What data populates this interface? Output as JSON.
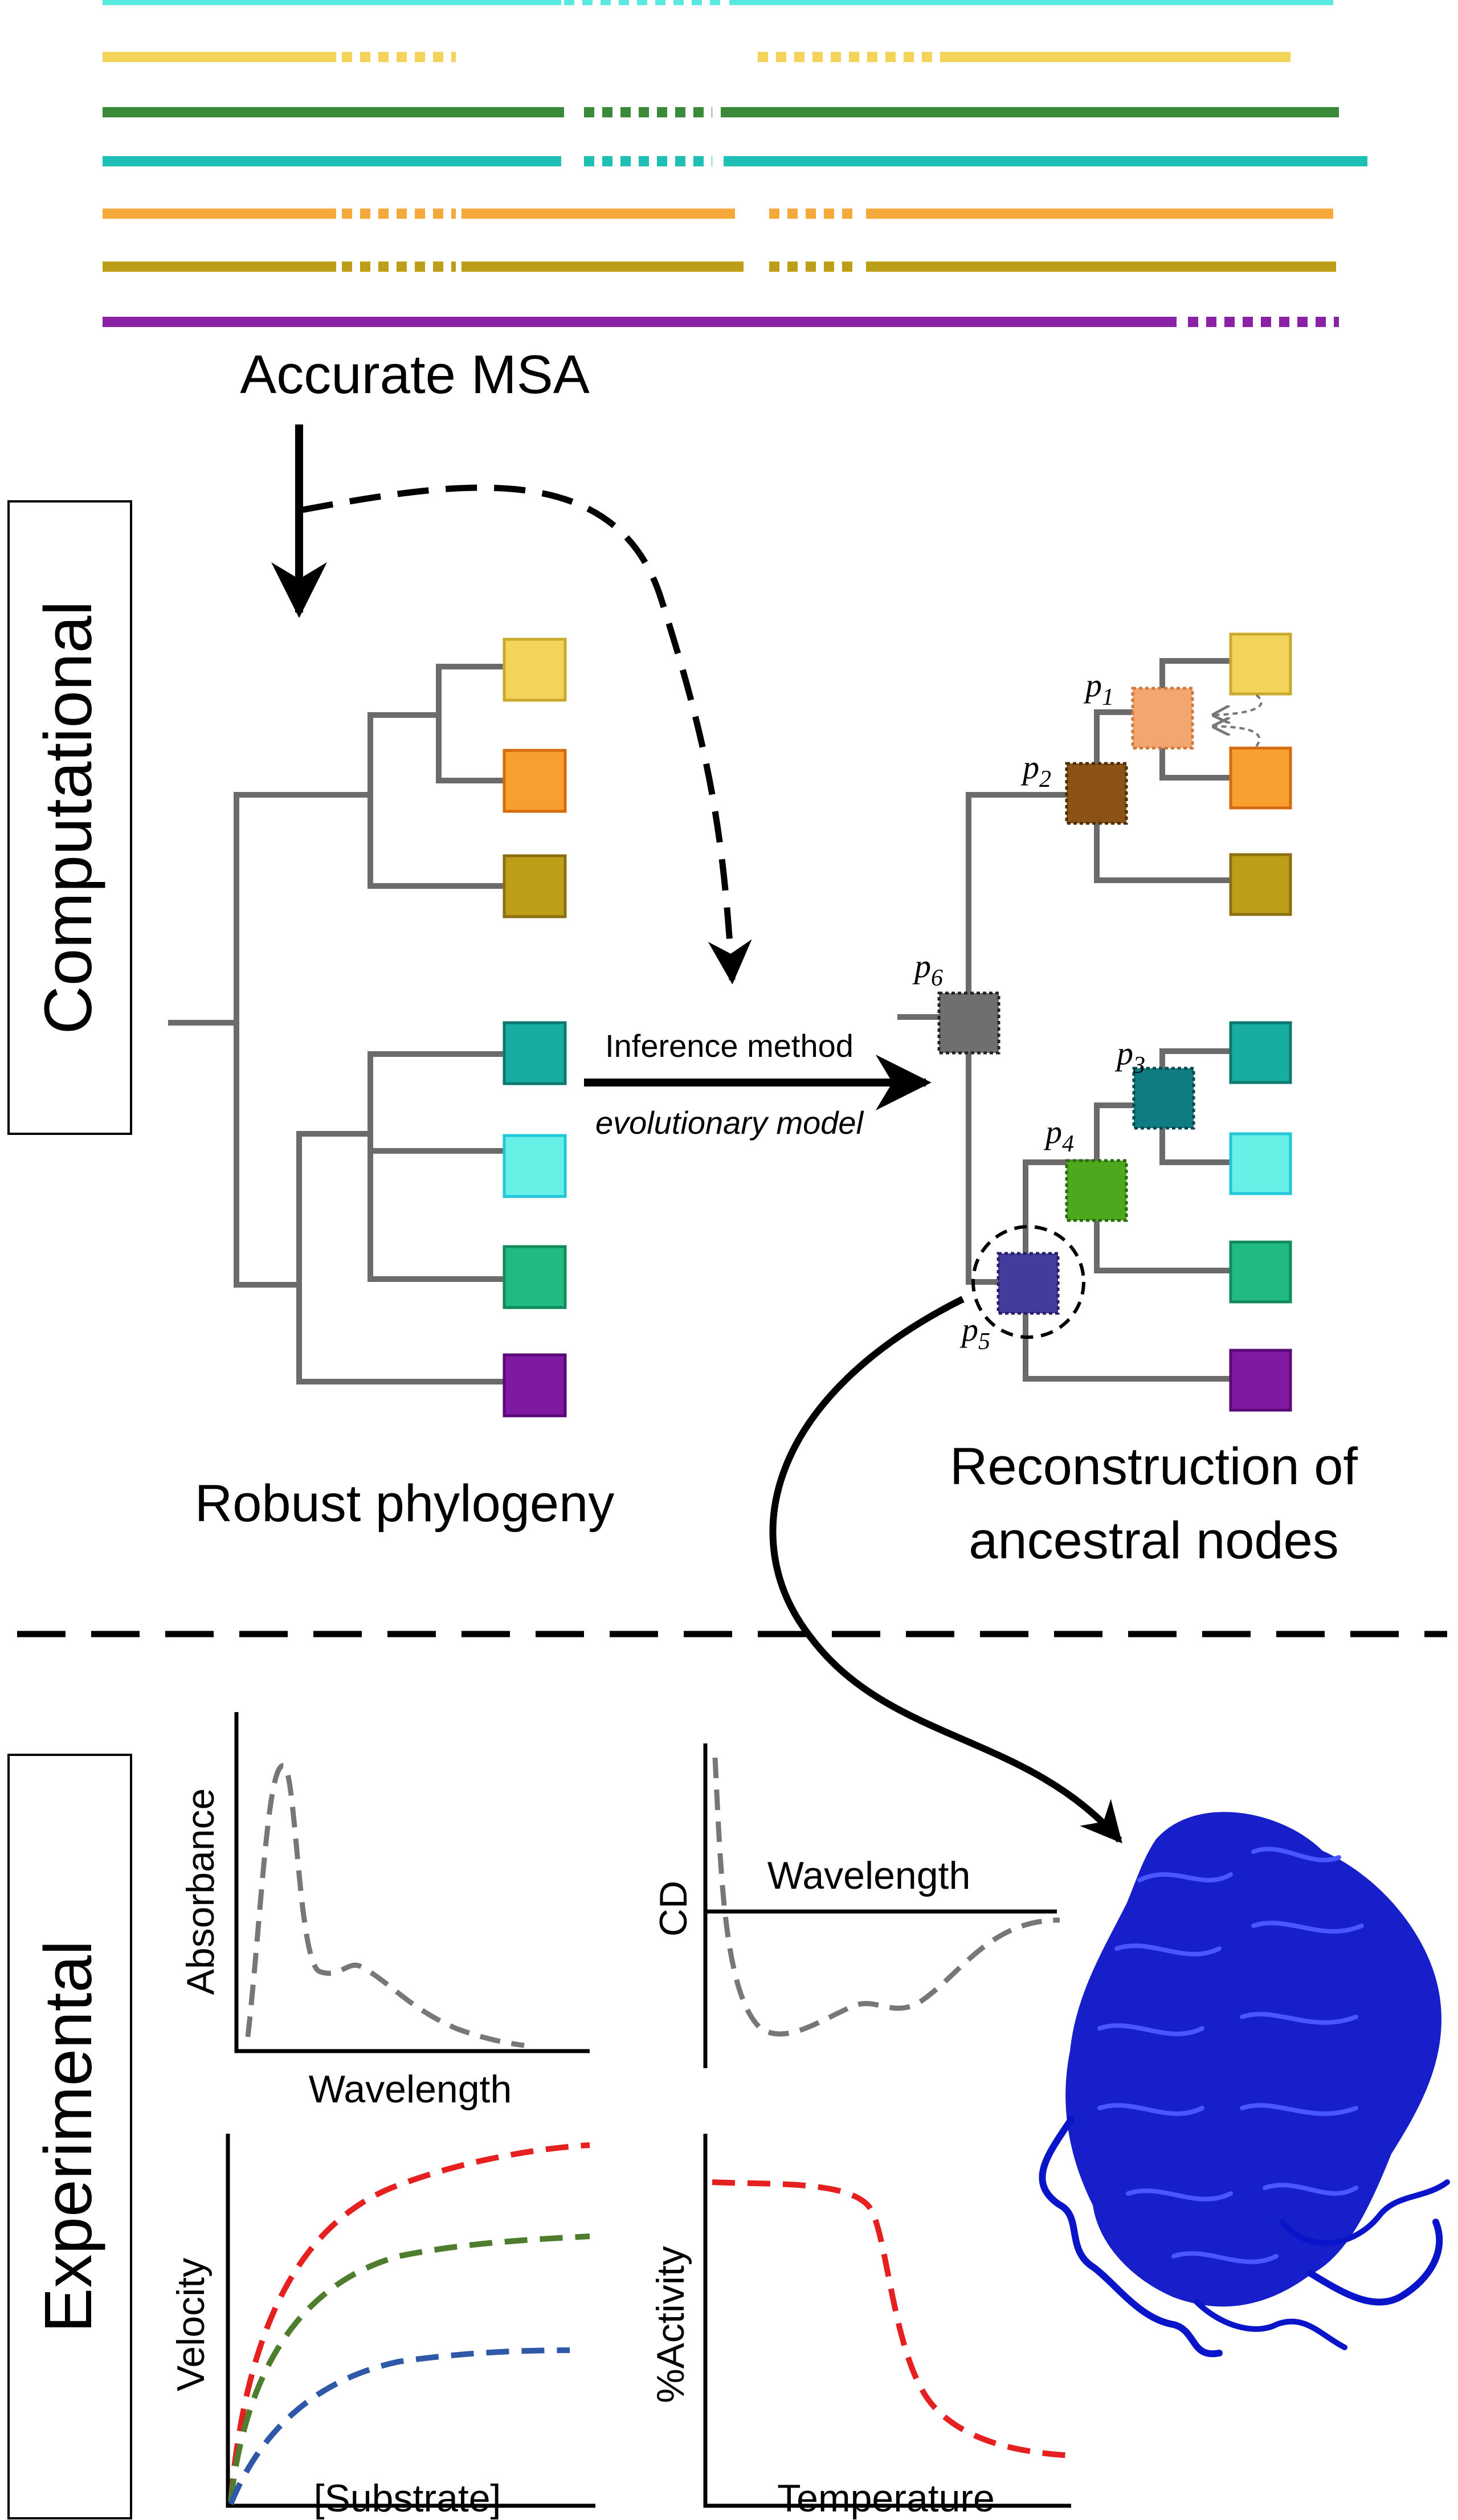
{
  "colors": {
    "tree_branch": "#6b6b6b",
    "leaf_yellow": "#f3d35a",
    "leaf_orange": "#f7a030",
    "leaf_olive": "#bd9e18",
    "leaf_teal": "#17ada0",
    "leaf_cyan": "#66f0e6",
    "leaf_green": "#20ba82",
    "leaf_purple": "#8018a3",
    "node_p1": "#f3a770",
    "node_p2": "#8a5315",
    "node_p3": "#0e7c82",
    "node_p4": "#4da81d",
    "node_p5": "#433c9c",
    "node_p6": "#6f6f6f",
    "protein": "#0a14c8",
    "curve_red": "#e5201e",
    "curve_green": "#4e7d2e",
    "curve_blue": "#2f58a8",
    "curve_gray": "#777777"
  },
  "msa": {
    "label": "Accurate MSA",
    "rows": [
      "#59e9e0",
      "#f3d35a",
      "#3b8a3a",
      "#1ebfb4",
      "#f5a93a",
      "#bd9e18",
      "#8a22a6"
    ]
  },
  "sections": {
    "computational": "Computational",
    "experimental": "Experimental"
  },
  "phylogeny": {
    "label": "Robust phylogeny"
  },
  "inference": {
    "method_label": "Inference method",
    "model_label": "evolutionary model"
  },
  "reconstruction": {
    "label_line1": "Reconstruction of",
    "label_line2": "ancestral nodes",
    "nodes": [
      {
        "base": "p",
        "sub": "1"
      },
      {
        "base": "p",
        "sub": "2"
      },
      {
        "base": "p",
        "sub": "3"
      },
      {
        "base": "p",
        "sub": "4"
      },
      {
        "base": "p",
        "sub": "5"
      },
      {
        "base": "p",
        "sub": "6"
      }
    ]
  },
  "plots": {
    "absorbance": {
      "ylabel": "Absorbance",
      "xlabel": "Wavelength"
    },
    "cd": {
      "ylabel": "CD",
      "xlabel": "Wavelength"
    },
    "velocity": {
      "ylabel": "Velocity",
      "xlabel": "[Substrate]"
    },
    "activity": {
      "ylabel": "%Activity",
      "xlabel": "Temperature"
    }
  }
}
